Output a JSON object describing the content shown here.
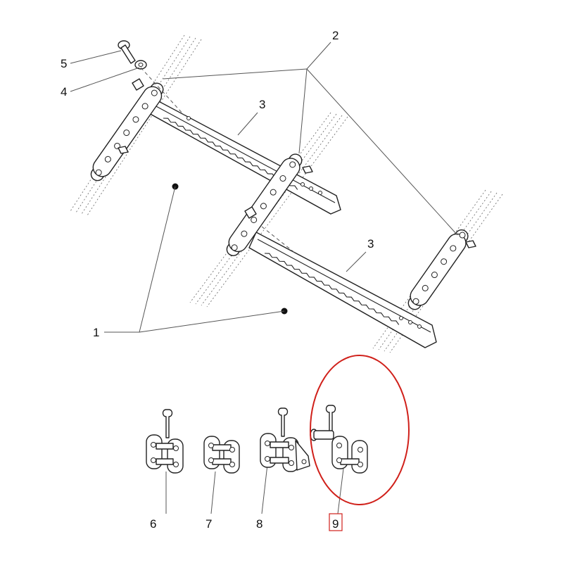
{
  "diagram": {
    "callouts": [
      {
        "id": "c5",
        "text": "5"
      },
      {
        "id": "c4",
        "text": "4"
      },
      {
        "id": "c2",
        "text": "2"
      },
      {
        "id": "c3a",
        "text": "3"
      },
      {
        "id": "c3b",
        "text": "3"
      },
      {
        "id": "c1",
        "text": "1"
      },
      {
        "id": "c6",
        "text": "6"
      },
      {
        "id": "c7",
        "text": "7"
      },
      {
        "id": "c8",
        "text": "8"
      },
      {
        "id": "c9",
        "text": "9"
      }
    ],
    "highlight_color": "#d0201a"
  }
}
